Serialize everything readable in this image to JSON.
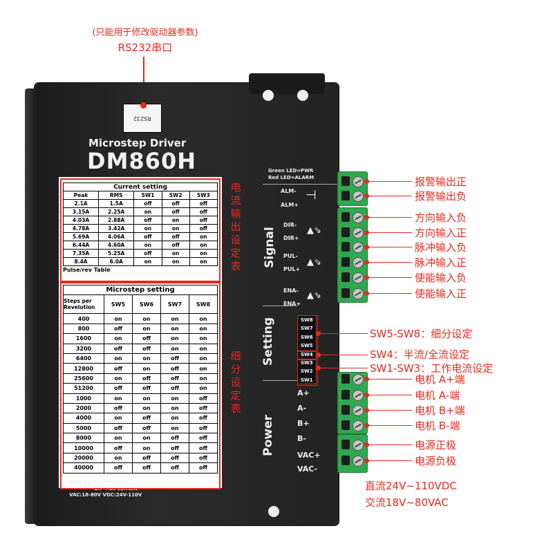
{
  "callout": {
    "note": "(只能用于修改驱动器参数)",
    "port": "RS232串口"
  },
  "device": {
    "connector_label": "RS232",
    "brand": "Microstep Driver",
    "model": "DM860H",
    "led_green": "Green LED=PWR",
    "led_red": "Red LED=ALARM",
    "signal_title": "Signal",
    "setting_title": "Setting",
    "power_title": "Power",
    "alm_minus": "ALM-",
    "alm_plus": "ALM+",
    "dir_minus": "DIR-",
    "dir_plus": "DIR+",
    "pul_minus": "PUL-",
    "pul_plus": "PUL+",
    "ena_minus": "ENA-",
    "ena_plus": "ENA+",
    "a_plus": "A+",
    "a_minus": "A-",
    "b_plus": "B+",
    "b_minus": "B-",
    "vac_plus": "VAC+",
    "vac_minus": "VAC-",
    "dip_switches": [
      "SW8",
      "SW7",
      "SW6",
      "SW5",
      "SW4",
      "SW3",
      "SW2",
      "SW1"
    ]
  },
  "current_table": {
    "title": "Current setting",
    "headers": [
      "Peak",
      "RMS",
      "SW1",
      "SW2",
      "SW3"
    ],
    "rows": [
      [
        "2.1A",
        "1.5A",
        "off",
        "off",
        "off"
      ],
      [
        "3.15A",
        "2.25A",
        "on",
        "off",
        "off"
      ],
      [
        "4.03A",
        "2.88A",
        "off",
        "on",
        "off"
      ],
      [
        "4.78A",
        "3.42A",
        "on",
        "on",
        "off"
      ],
      [
        "5.69A",
        "4.06A",
        "off",
        "off",
        "on"
      ],
      [
        "6.44A",
        "4.60A",
        "on",
        "off",
        "on"
      ],
      [
        "7.35A",
        "5.25A",
        "off",
        "on",
        "on"
      ],
      [
        "8.4A",
        "6.0A",
        "on",
        "on",
        "on"
      ]
    ],
    "footer": "Pulse/rev Table"
  },
  "micro_table": {
    "title": "Microstep setting",
    "steps_header": "Steps per Revelution",
    "headers": [
      "SW5",
      "SW6",
      "SW7",
      "SW8"
    ],
    "rows": [
      [
        "400",
        "on",
        "on",
        "on",
        "on"
      ],
      [
        "800",
        "off",
        "on",
        "on",
        "on"
      ],
      [
        "1600",
        "on",
        "off",
        "on",
        "on"
      ],
      [
        "3200",
        "off",
        "off",
        "on",
        "on"
      ],
      [
        "6400",
        "on",
        "on",
        "off",
        "on"
      ],
      [
        "12800",
        "off",
        "on",
        "off",
        "on"
      ],
      [
        "25600",
        "on",
        "off",
        "off",
        "on"
      ],
      [
        "51200",
        "off",
        "off",
        "off",
        "on"
      ],
      [
        "1000",
        "on",
        "on",
        "on",
        "off"
      ],
      [
        "2000",
        "off",
        "on",
        "on",
        "off"
      ],
      [
        "4000",
        "on",
        "off",
        "on",
        "off"
      ],
      [
        "5000",
        "off",
        "off",
        "on",
        "off"
      ],
      [
        "8000",
        "on",
        "on",
        "off",
        "off"
      ],
      [
        "10000",
        "off",
        "on",
        "off",
        "off"
      ],
      [
        "20000",
        "on",
        "off",
        "off",
        "off"
      ],
      [
        "40000",
        "off",
        "off",
        "off",
        "off"
      ]
    ],
    "note1": "SW4:On=half current",
    "note2": "On=Full  current",
    "note3": "VAC:18-80V   VDC:24V-110V"
  },
  "labels": {
    "current_section": "电流输出设定表",
    "micro_section": "细分设定表",
    "alarm_plus": "报警输出正",
    "alarm_minus": "报警输出负",
    "dir_minus": "方向输入负",
    "dir_plus": "方向输入正",
    "pul_minus": "脉冲输入负",
    "pul_plus": "脉冲输入正",
    "ena_minus": "使能输入负",
    "ena_plus": "使能输入正",
    "sw58": "SW5-SW8：细分设定",
    "sw4": "SW4：半流/全流设定",
    "sw13": "SW1-SW3：工作电流设定",
    "motor_a_plus": "电机 A+端",
    "motor_a_minus": "电机 A-端",
    "motor_b_plus": "电机 B+端",
    "motor_b_minus": "电机 B-端",
    "power_plus": "电源正极",
    "power_minus": "电源负极",
    "dc_range": "直流24V~110VDC",
    "ac_range": "交流18V~80VAC"
  },
  "colors": {
    "accent": "#e8291c",
    "terminal": "#2fa84f",
    "body": "#222222"
  }
}
